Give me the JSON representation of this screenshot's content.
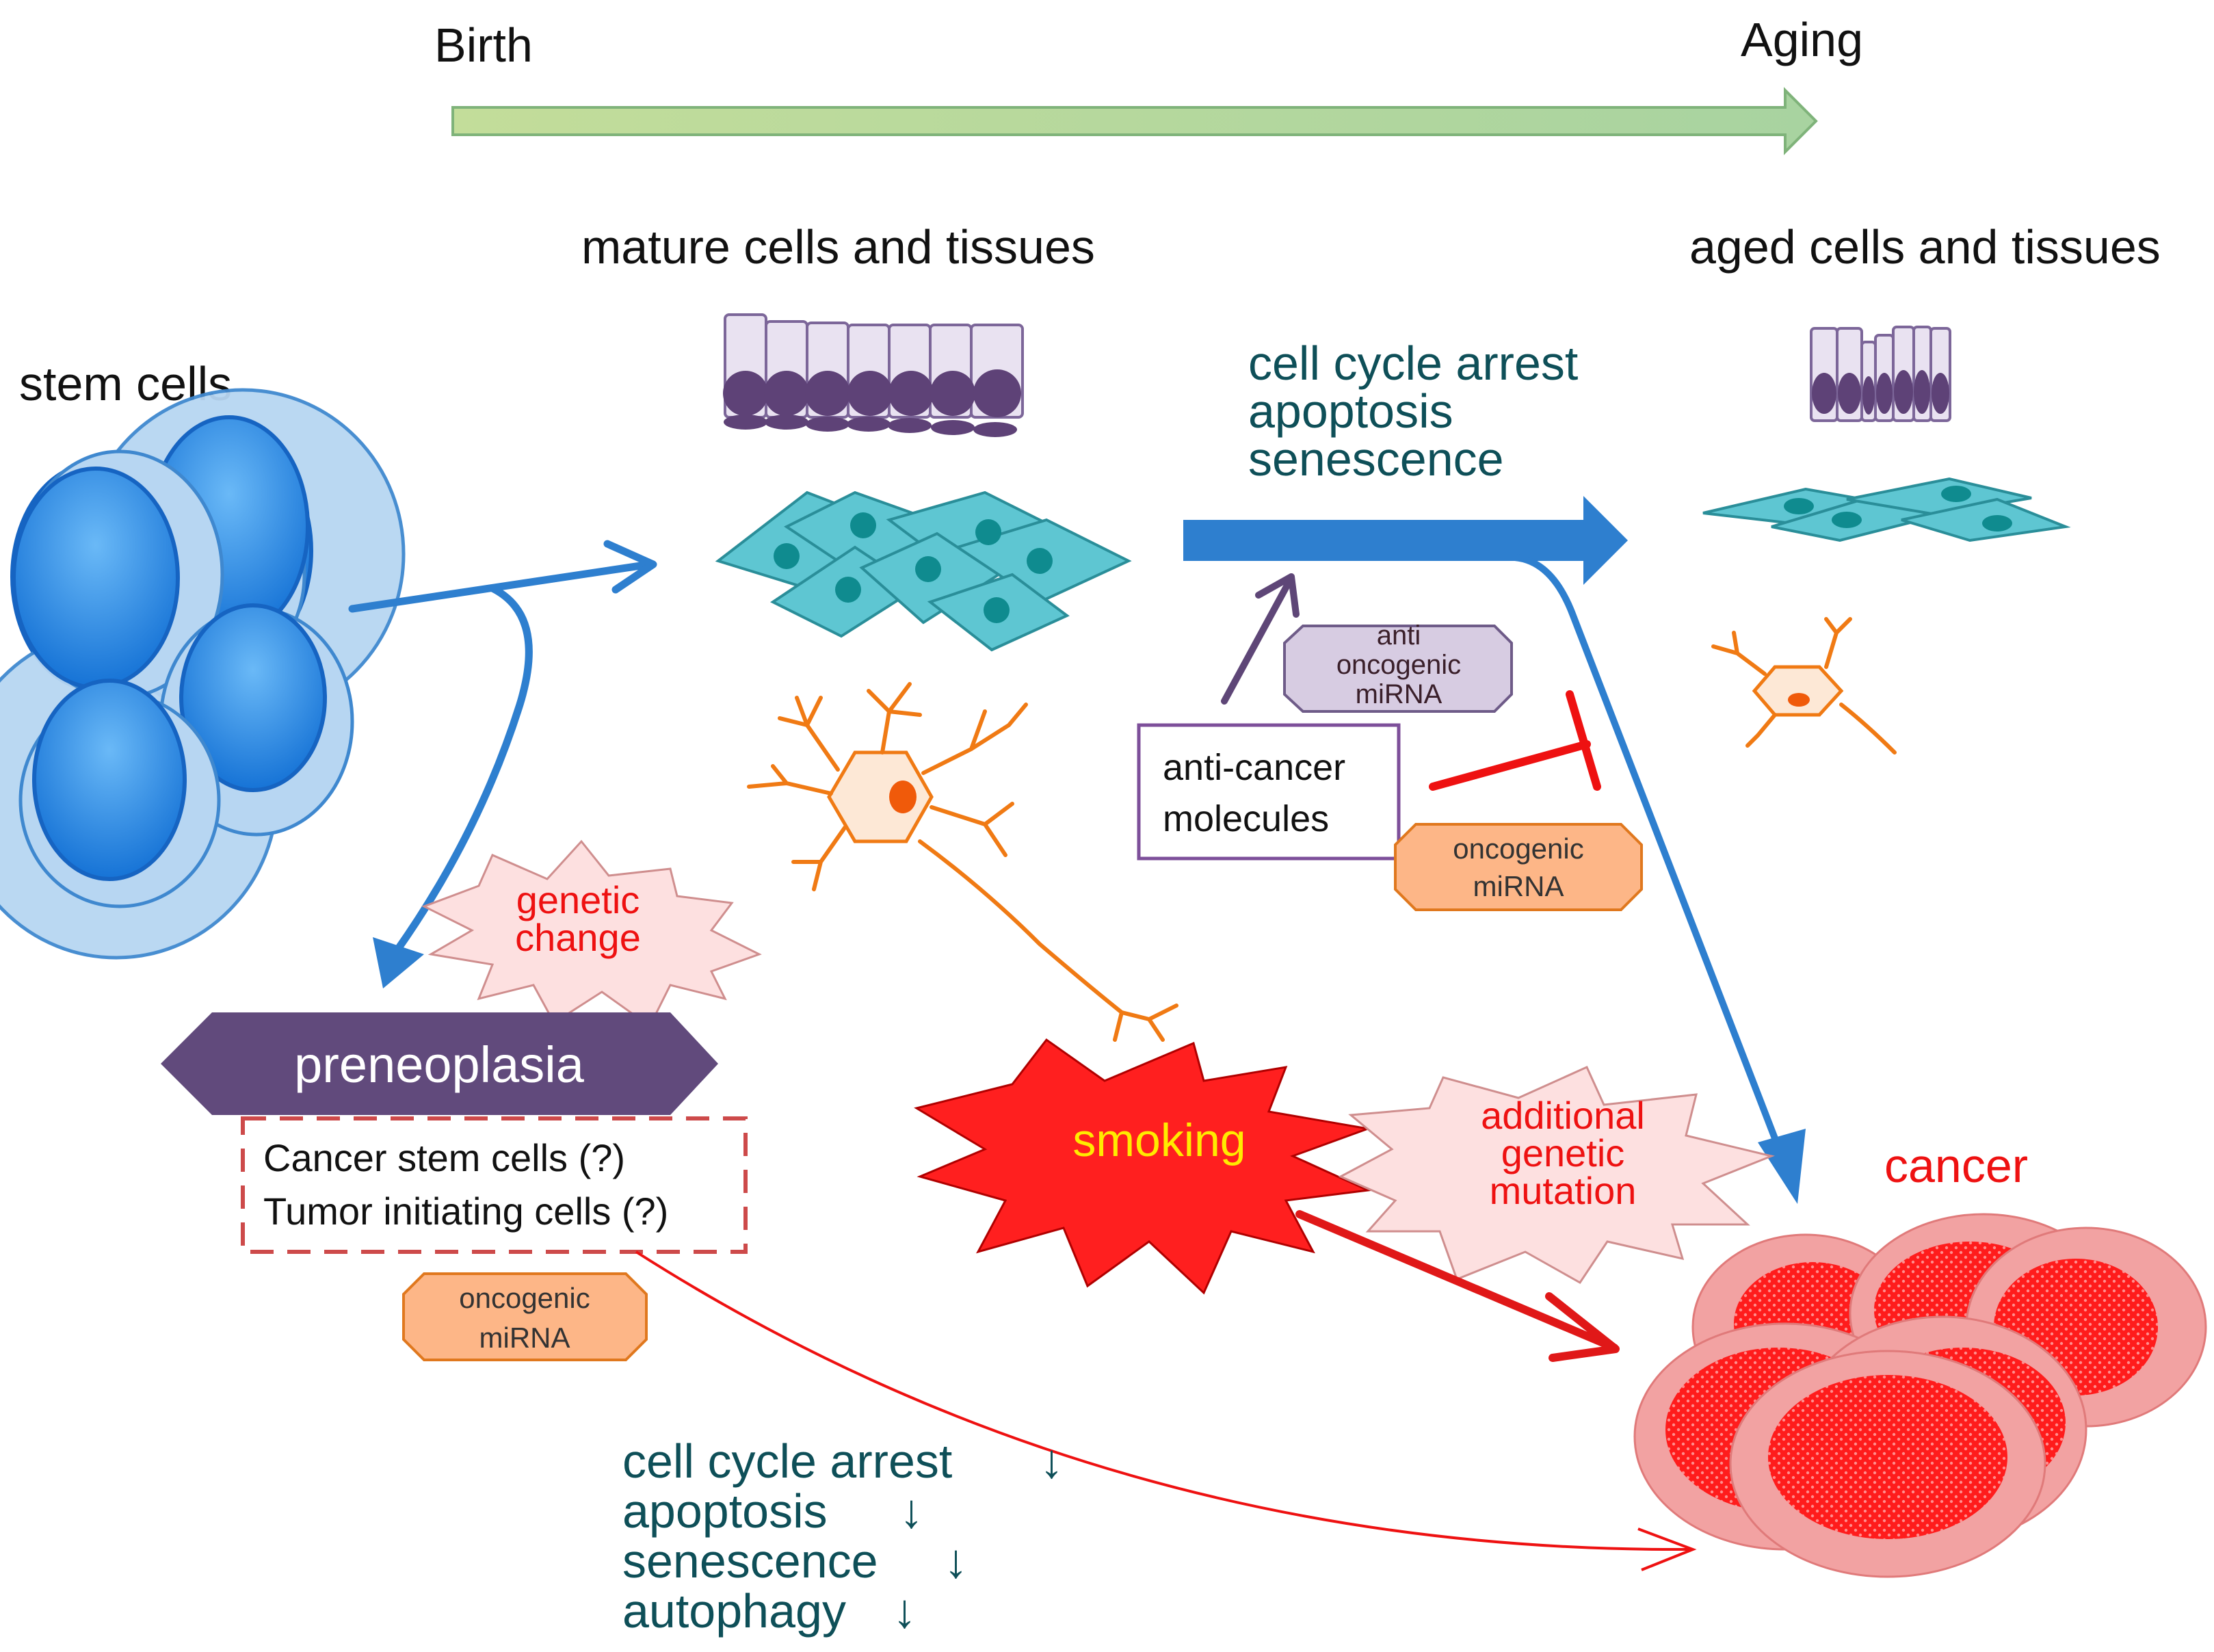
{
  "timeline": {
    "start_label": "Birth",
    "end_label": "Aging"
  },
  "stages": {
    "stem": "stem cells",
    "mature": "mature cells and tissues",
    "aged": "aged cells and tissues",
    "preneoplasia": "preneoplasia",
    "cancer": "cancer"
  },
  "normal_outcomes": [
    "cell cycle arrest",
    "apoptosis",
    "senescence"
  ],
  "suppressed_outcomes": [
    {
      "label": "cell cycle arrest",
      "arrow": "↓"
    },
    {
      "label": "apoptosis",
      "arrow": "↓"
    },
    {
      "label": "senescence",
      "arrow": "↓"
    },
    {
      "label": "autophagy",
      "arrow": "↓"
    }
  ],
  "preneoplasia_box": [
    "Cancer stem cells (?)",
    "Tumor initiating cells (?)"
  ],
  "tags": {
    "genetic_change": [
      "genetic",
      "change"
    ],
    "smoking": "smoking",
    "additional_mutation": [
      "additional",
      "genetic",
      "mutation"
    ],
    "anti_oncogenic_mirna": [
      "anti",
      "oncogenic",
      "miRNA"
    ],
    "oncogenic_mirna": [
      "oncogenic",
      "miRNA"
    ],
    "anti_cancer_molecules": [
      "anti-cancer",
      "molecules"
    ]
  },
  "colors": {
    "teal_text": "#0e4f58",
    "blue_arrow": "#2e7fcf",
    "red": "#ee1111",
    "purple": "#5e4677",
    "orange": "#f28a1e",
    "stem_blue": "#1e86e3",
    "timeline_green": "#bcd99a"
  }
}
